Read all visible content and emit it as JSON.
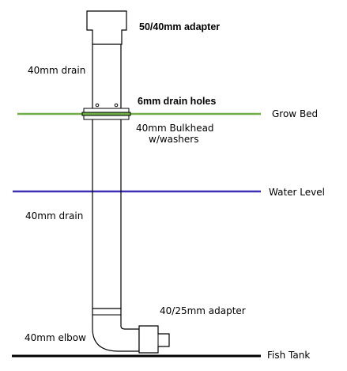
{
  "labels": {
    "top_adapter": "50/40mm adapter",
    "upper_drain": "40mm drain",
    "drain_holes": "6mm drain holes",
    "grow_bed": "Grow Bed",
    "bulkhead_line1": "40mm Bulkhead",
    "bulkhead_line2": "w/washers",
    "water_level": "Water Level",
    "lower_drain": "40mm drain",
    "bottom_adapter": "40/25mm adapter",
    "elbow": "40mm elbow",
    "fish_tank": "Fish Tank"
  },
  "colors": {
    "grow_bed_line": "#70ad47",
    "water_level_line": "#3f2fb5",
    "fish_tank_line": "#000000",
    "pipe_outline": "#000000",
    "pipe_fill": "#ffffff",
    "bulkhead_band": "#70ad47"
  }
}
